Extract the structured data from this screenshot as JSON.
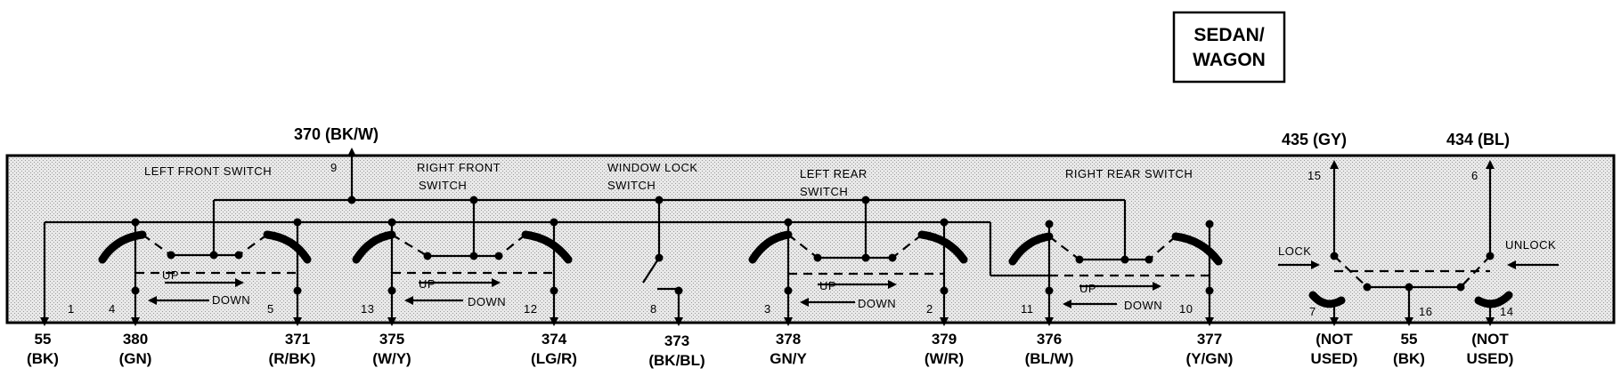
{
  "header_box": {
    "line1": "SEDAN/",
    "line2": "WAGON"
  },
  "top_wires": [
    {
      "id": "w370",
      "label": "370 (BK/W)",
      "pin": "9"
    },
    {
      "id": "w435",
      "label": "435 (GY)",
      "pin": "15"
    },
    {
      "id": "w434",
      "label": "434 (BL)",
      "pin": "6"
    }
  ],
  "switch_labels": {
    "left_front": "LEFT FRONT SWITCH",
    "right_front_1": "RIGHT FRONT",
    "right_front_2": "SWITCH",
    "window_lock_1": "WINDOW LOCK",
    "window_lock_2": "SWITCH",
    "left_rear_1": "LEFT REAR",
    "left_rear_2": "SWITCH",
    "right_rear": "RIGHT REAR SWITCH"
  },
  "directions": {
    "up": "UP",
    "down": "DOWN",
    "lock": "LOCK",
    "unlock": "UNLOCK"
  },
  "pins": [
    "1",
    "4",
    "5",
    "13",
    "12",
    "8",
    "3",
    "2",
    "11",
    "10",
    "7",
    "16",
    "14"
  ],
  "bottom_wires": [
    {
      "id": "b55a",
      "line1": "55",
      "line2": "(BK)"
    },
    {
      "id": "b380",
      "line1": "380",
      "line2": "(GN)"
    },
    {
      "id": "b371",
      "line1": "371",
      "line2": "(R/BK)"
    },
    {
      "id": "b375",
      "line1": "375",
      "line2": "(W/Y)"
    },
    {
      "id": "b374",
      "line1": "374",
      "line2": "(LG/R)"
    },
    {
      "id": "b373",
      "line1": "373",
      "line2": "(BK/BL)"
    },
    {
      "id": "b378",
      "line1": "378",
      "line2": "GN/Y"
    },
    {
      "id": "b379",
      "line1": "379",
      "line2": "(W/R)"
    },
    {
      "id": "b376",
      "line1": "376",
      "line2": "(BL/W)"
    },
    {
      "id": "b377",
      "line1": "377",
      "line2": "(Y/GN)"
    },
    {
      "id": "b7",
      "line1": "(NOT",
      "line2": "USED)"
    },
    {
      "id": "b55b",
      "line1": "55",
      "line2": "(BK)"
    },
    {
      "id": "b14",
      "line1": "(NOT",
      "line2": "USED)"
    }
  ]
}
